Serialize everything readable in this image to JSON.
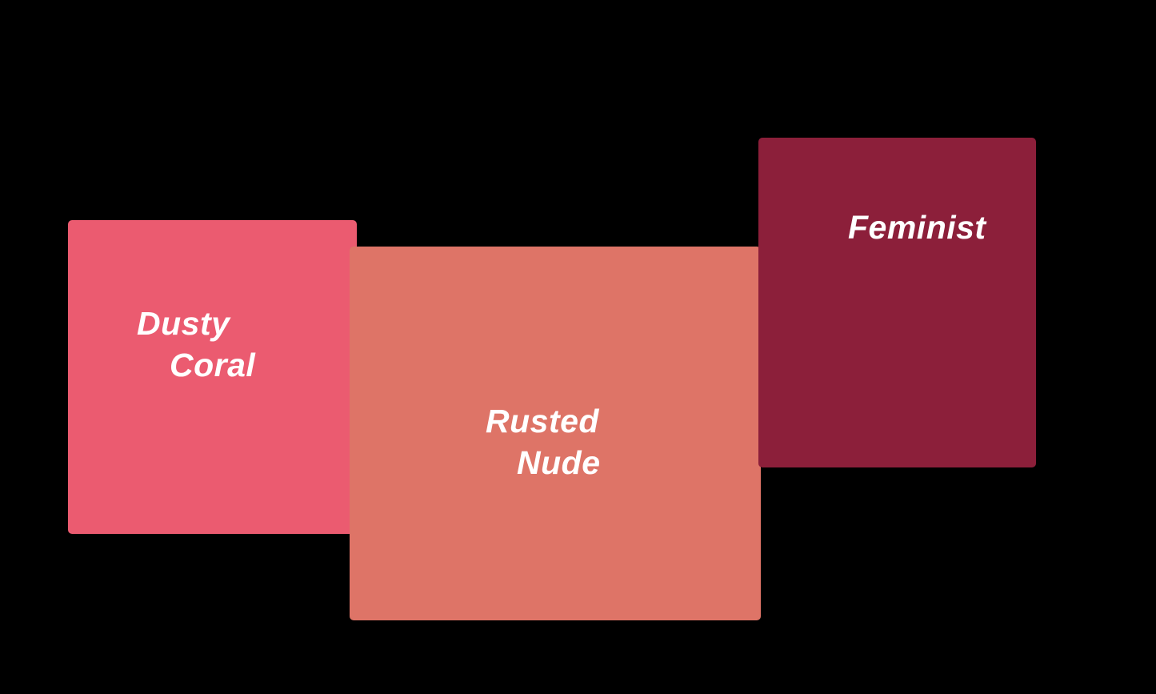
{
  "canvas": {
    "background": "#000000"
  },
  "swatches": [
    {
      "id": "dusty-coral",
      "color": "#EB5B70",
      "label_line1": "Dusty",
      "label_line2": "Coral"
    },
    {
      "id": "rusted-nude",
      "color": "#DE7467",
      "label_line1": "Rusted",
      "label_line2": "Nude"
    },
    {
      "id": "feminist",
      "color": "#8C1F3A",
      "label_line1": "Feminist",
      "label_line2": ""
    }
  ],
  "text_color": "#FFFFFF"
}
